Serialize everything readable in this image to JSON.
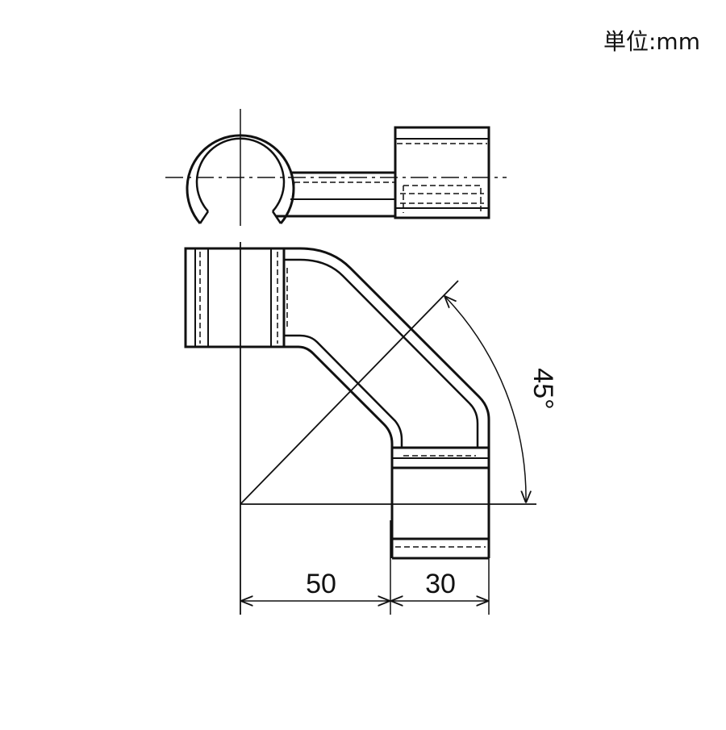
{
  "unit_label": "単位:mm",
  "dimensions": {
    "offset": "50",
    "pipe_width": "30",
    "angle": "45°"
  },
  "colors": {
    "line": "#111111",
    "background": "#ffffff"
  }
}
